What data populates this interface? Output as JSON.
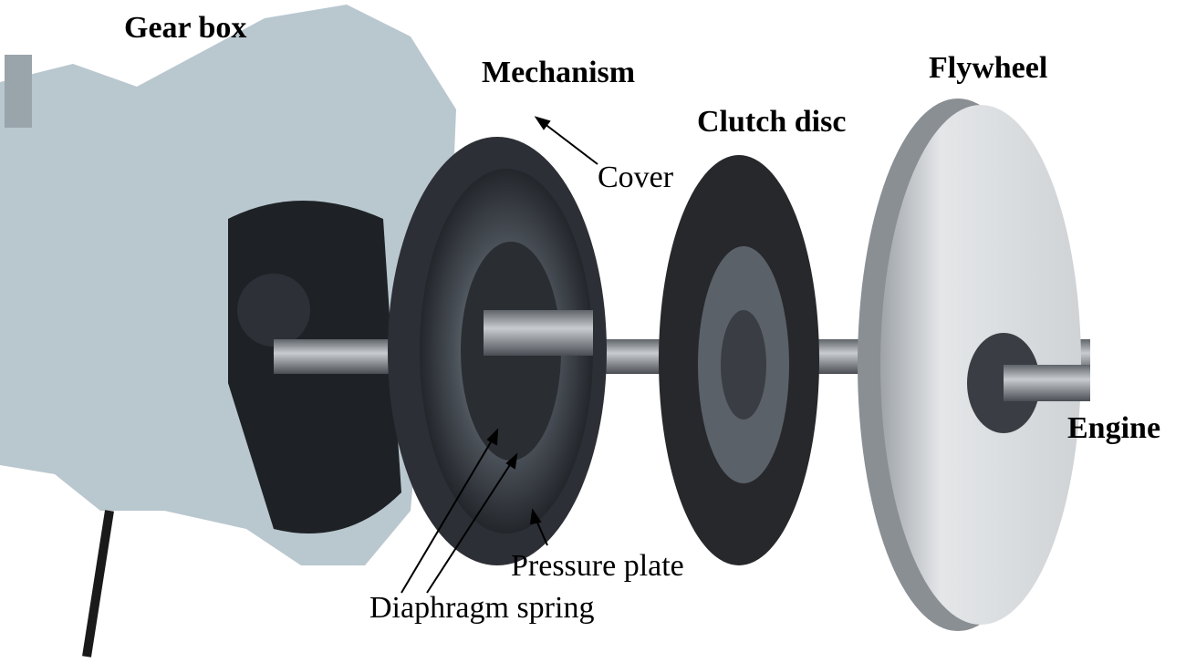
{
  "labels": {
    "gear_box": "Gear box",
    "mechanism": "Mechanism",
    "flywheel": "Flywheel",
    "clutch_disc": "Clutch disc",
    "cover": "Cover",
    "engine": "Engine",
    "pressure_plate": "Pressure plate",
    "diaphragm_spring": "Diaphragm spring"
  },
  "colors": {
    "gearbox_housing": "#b9c7cf",
    "clutch_mechanism": "#3a3d44",
    "clutch_disc": "#26282c",
    "flywheel": "#d9dcdf",
    "shaft": "#8e9398"
  }
}
